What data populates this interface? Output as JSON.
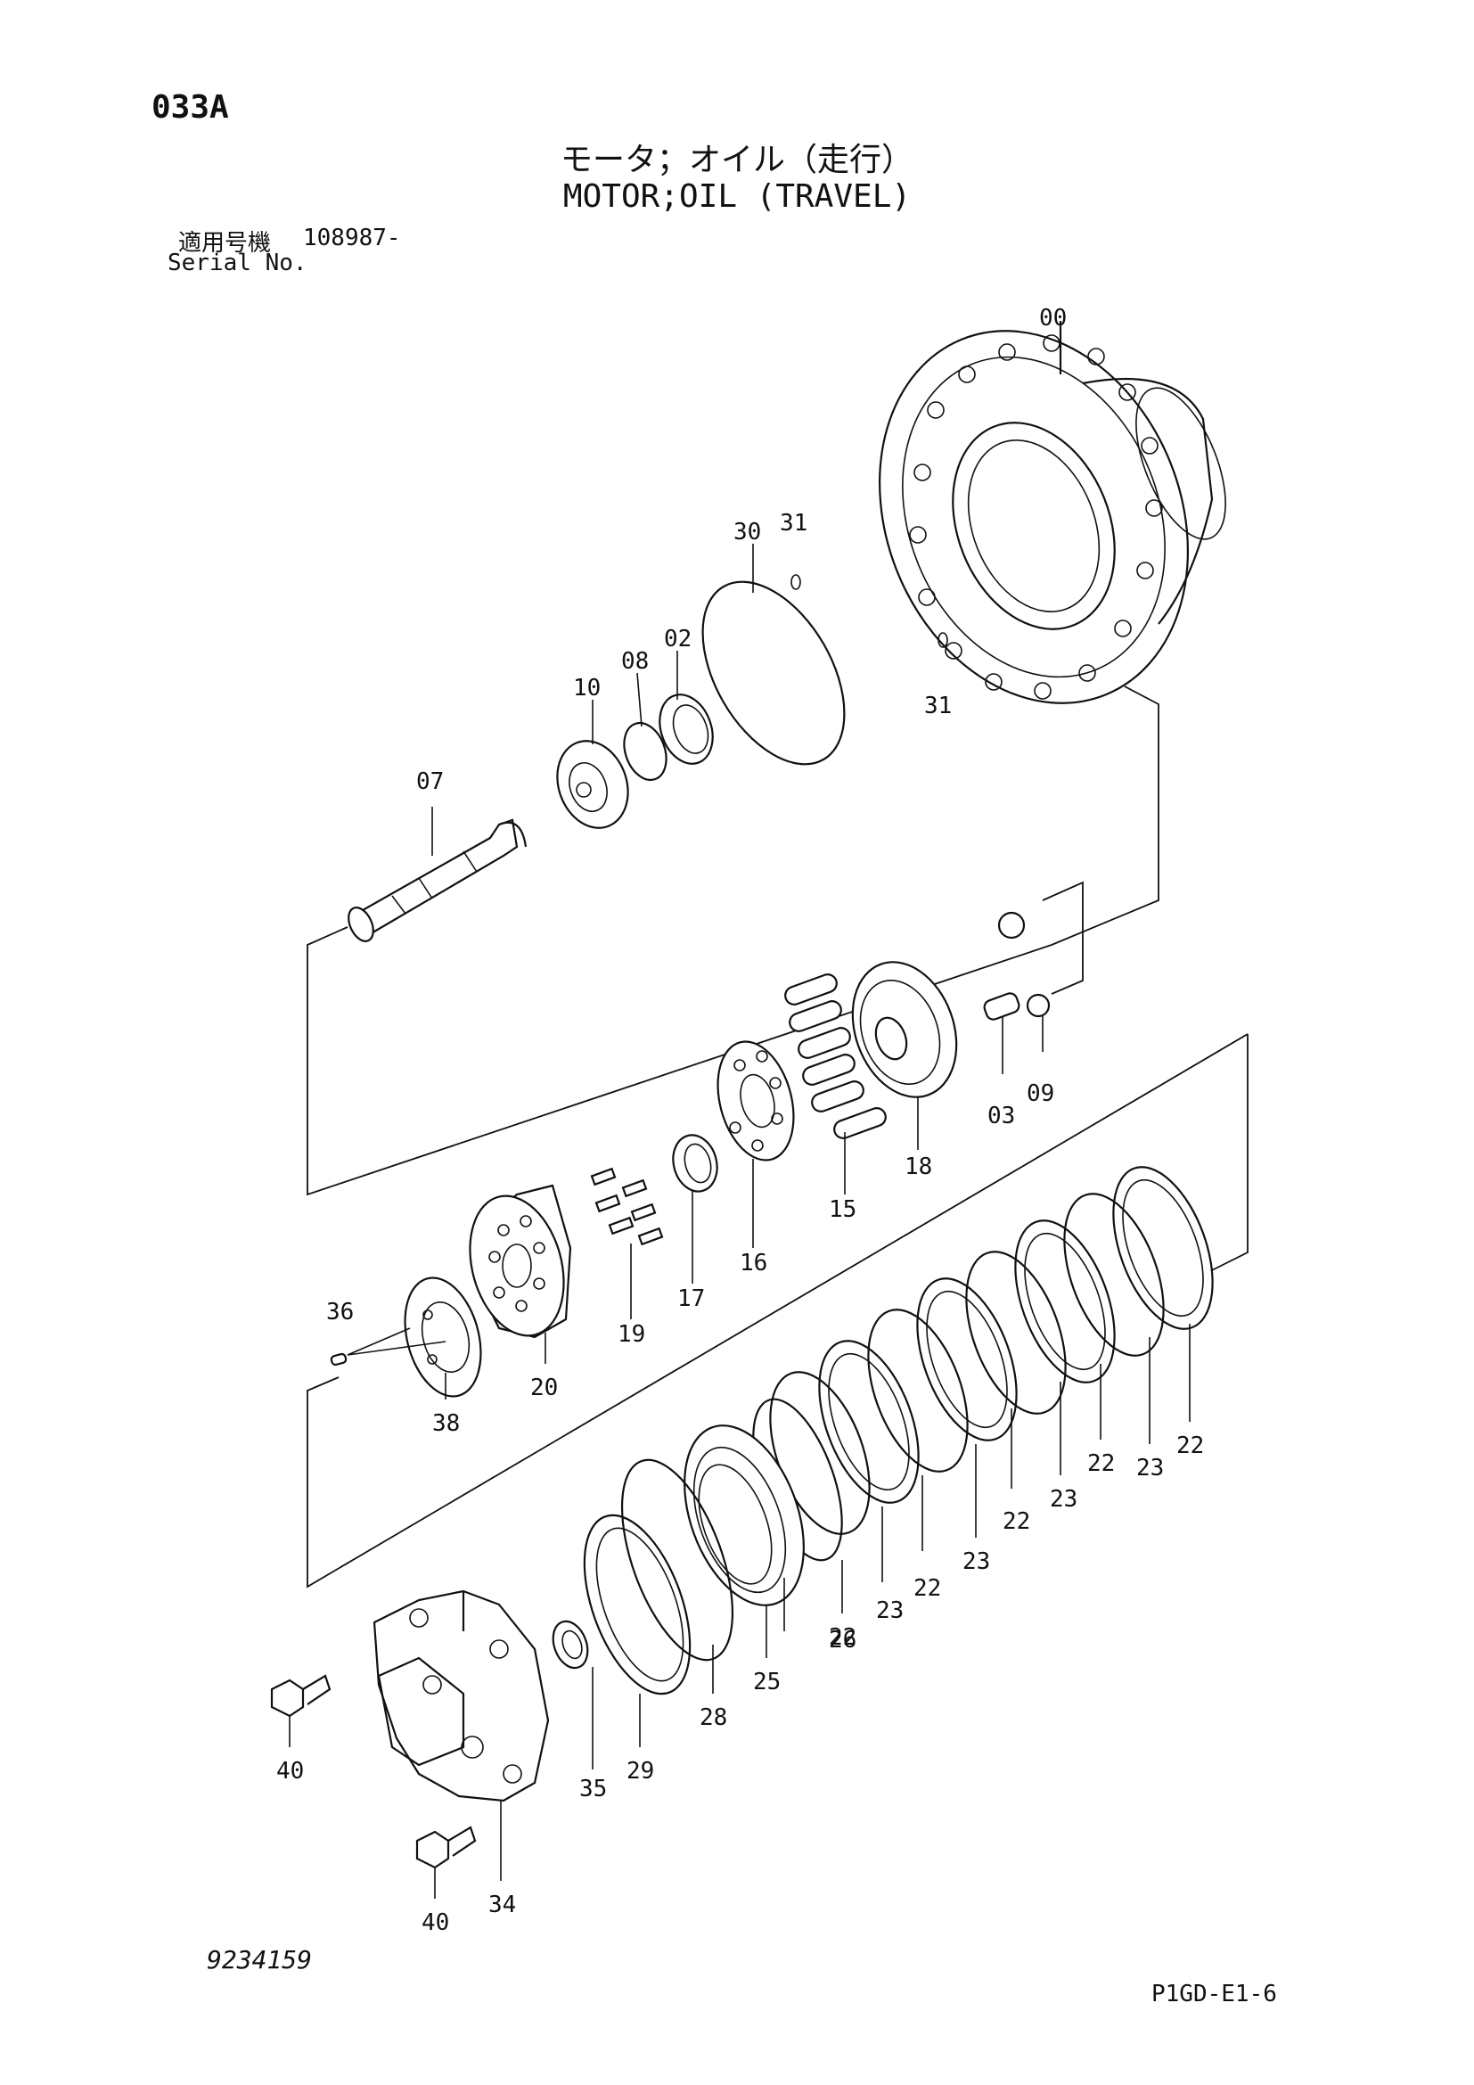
{
  "header": {
    "sheet_code": "033A",
    "title_jp": "モータ；オイル（走行）",
    "title_en": "MOTOR;OIL (TRAVEL)",
    "serial_label_jp": "適用号機",
    "serial_value": "108987-",
    "serial_label_en": "Serial No."
  },
  "footer": {
    "drawing_number": "9234159",
    "page_ref": "P1GD-E1-6"
  },
  "callouts": [
    "00",
    "31",
    "30",
    "02",
    "08",
    "10",
    "31",
    "07",
    "09",
    "03",
    "18",
    "15",
    "16",
    "17",
    "19",
    "36",
    "20",
    "38",
    "22",
    "23",
    "22",
    "23",
    "22",
    "23",
    "22",
    "23",
    "22",
    "26",
    "25",
    "28",
    "29",
    "35",
    "40",
    "34",
    "40"
  ]
}
